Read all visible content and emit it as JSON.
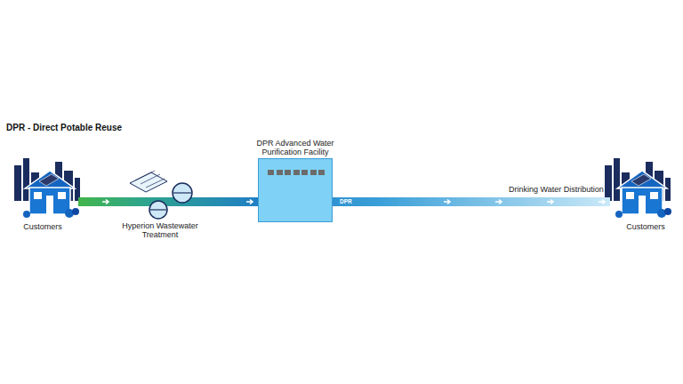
{
  "diagram": {
    "title": "DPR - Direct Potable Reuse",
    "nodes": [
      {
        "text": [
          "Customers"
        ]
      },
      {
        "text": [
          "Hyperion Wastewater Treatment"
        ]
      },
      {
        "text": [
          "DPR Advanced Water Purification Facility"
        ]
      },
      {
        "text": [
          "Customers"
        ]
      }
    ],
    "edges": [
      {
        "from": 0,
        "to": 1,
        "arrow": "to"
      },
      {
        "from": 1,
        "to": 2,
        "arrow": "to"
      },
      {
        "from": 2,
        "to": 3,
        "label": "DPR",
        "arrow": "to"
      }
    ],
    "labels": [
      "Drinking Water Distribution"
    ]
  }
}
